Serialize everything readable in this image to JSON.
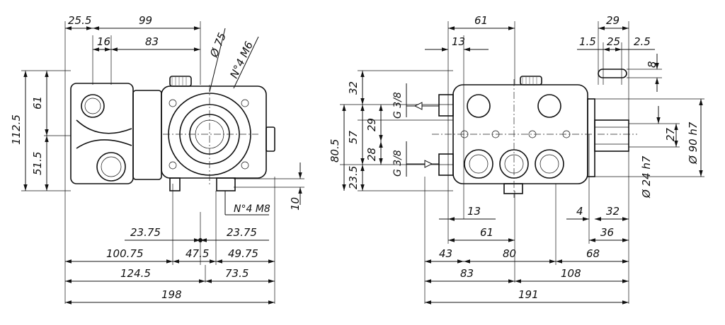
{
  "left_view": {
    "top": [
      "25.5",
      "99",
      "16",
      "83"
    ],
    "diag": [
      "Ø 75",
      "N°4 M6"
    ],
    "left_vertical": [
      "112.5",
      "61",
      "51.5"
    ],
    "right_side": [
      "10"
    ],
    "bottom_labels": [
      "N°4 M8"
    ],
    "bottom_row1": [
      "23.75",
      "23.75"
    ],
    "bottom_row2": [
      "100.75",
      "47.5",
      "49.75"
    ],
    "bottom_row3": [
      "124.5",
      "73.5"
    ],
    "bottom_row4": [
      "198"
    ]
  },
  "right_view": {
    "top": [
      "61",
      "13"
    ],
    "shaft_top": [
      "29",
      "1.5",
      "25",
      "2.5",
      "8"
    ],
    "left_vertical": [
      "80.5",
      "32",
      "57",
      "29",
      "28",
      "23.5"
    ],
    "ports": [
      "G 3/8",
      "G 3/8"
    ],
    "right_vertical": [
      "27",
      "Ø 90 h7",
      "Ø 24 h7"
    ],
    "bottom_mid": [
      "13",
      "4",
      "32",
      "61",
      "36"
    ],
    "bottom_row2": [
      "43",
      "80",
      "68"
    ],
    "bottom_row3": [
      "83",
      "108"
    ],
    "bottom_row4": [
      "191"
    ]
  }
}
